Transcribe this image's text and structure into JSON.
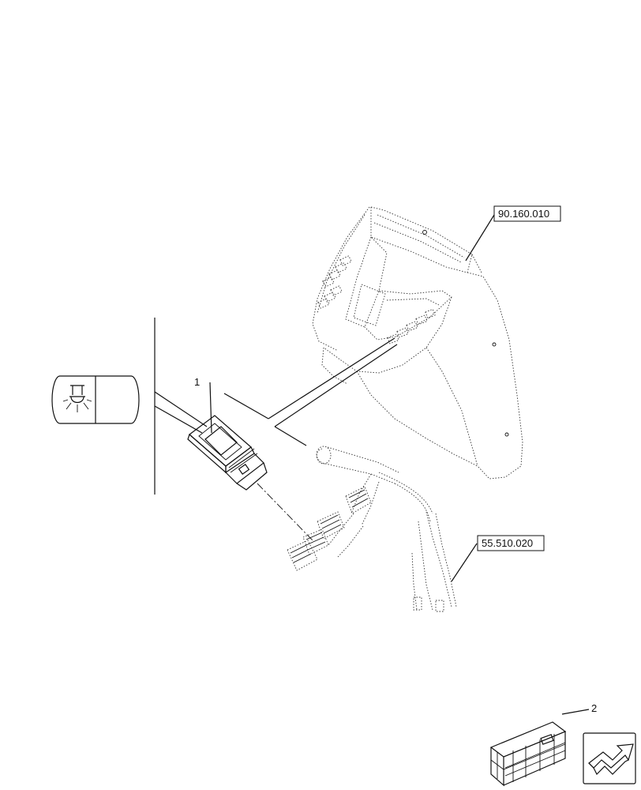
{
  "callouts": {
    "item_1": "1",
    "item_2": "2"
  },
  "references": {
    "ref_console": "90.160.010",
    "ref_harness": "55.510.020"
  },
  "icons": {
    "switch_symbol": "work-light-icon",
    "nav_button": "next-page-arrow-icon",
    "kit_box": "kit-crate-icon"
  }
}
